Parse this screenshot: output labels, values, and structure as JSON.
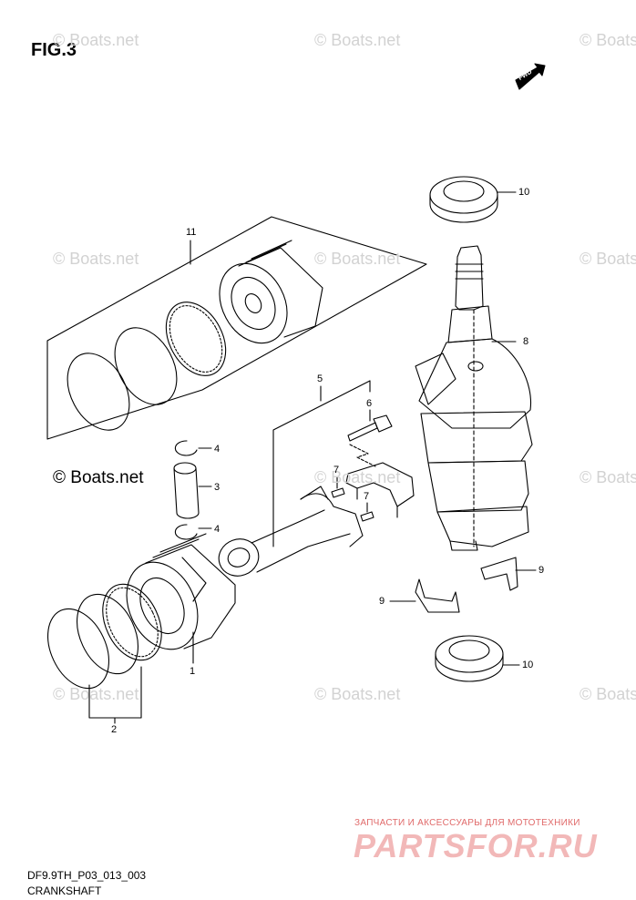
{
  "figure": {
    "title": "FIG.3",
    "drawing_no": "DF9.9TH_P03_013_003",
    "caption": "CRANKSHAFT",
    "fwd_label": "FWD"
  },
  "watermark": {
    "text": "© Boats.net"
  },
  "callouts": [
    {
      "id": "c1",
      "label": "1"
    },
    {
      "id": "c2",
      "label": "2"
    },
    {
      "id": "c3",
      "label": "3"
    },
    {
      "id": "c4a",
      "label": "4"
    },
    {
      "id": "c4b",
      "label": "4"
    },
    {
      "id": "c5",
      "label": "5"
    },
    {
      "id": "c6",
      "label": "6"
    },
    {
      "id": "c7a",
      "label": "7"
    },
    {
      "id": "c7b",
      "label": "7"
    },
    {
      "id": "c8",
      "label": "8"
    },
    {
      "id": "c9a",
      "label": "9"
    },
    {
      "id": "c9b",
      "label": "9"
    },
    {
      "id": "c10a",
      "label": "10"
    },
    {
      "id": "c10b",
      "label": "10"
    },
    {
      "id": "c11",
      "label": "11"
    }
  ],
  "shop": {
    "tagline": "ЗАПЧАСТИ И АКСЕССУАРЫ ДЛЯ МОТОТЕХНИКИ",
    "logo": "PARTSFOR.RU"
  },
  "colors": {
    "line": "#000000",
    "watermark": "#d2d2d2",
    "shop_red": "#e06a6a",
    "shop_logo": "#f2b8b8"
  }
}
